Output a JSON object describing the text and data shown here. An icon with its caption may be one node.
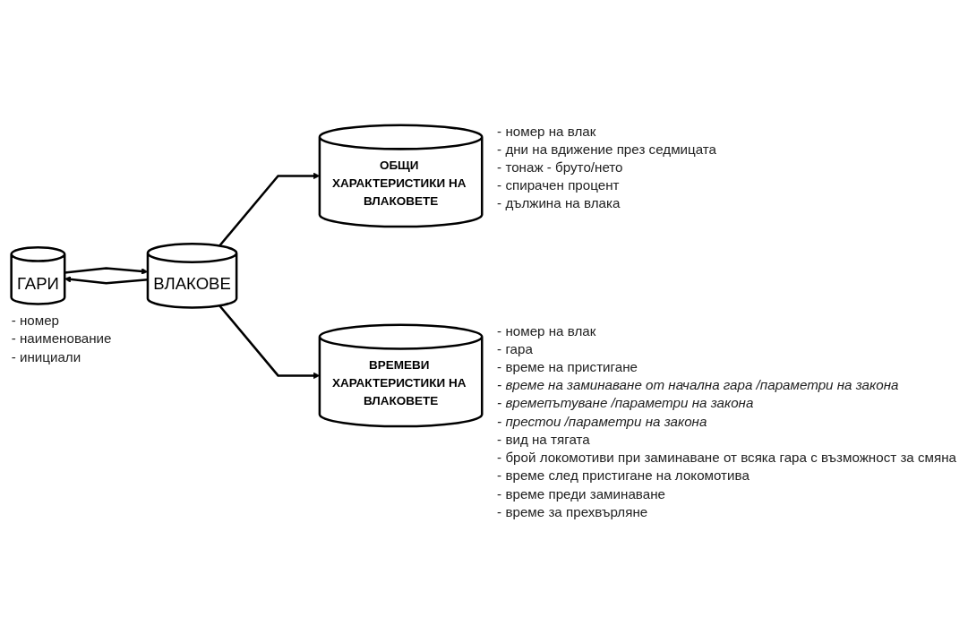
{
  "diagram": {
    "nodes": [
      {
        "text": [
          "ГАРИ"
        ],
        "beside": [
          "- номер",
          "- наименование",
          "- инициали"
        ]
      },
      {
        "text": [
          "ВЛАКОВЕ"
        ]
      },
      {
        "text": [
          "ОБЩИ ХАРАКТЕРИСТИКИ НА ВЛАКОВЕТЕ"
        ],
        "beside": [
          "- номер на влак",
          "- дни на вдижение през седмицата",
          "- тонаж - бруто/нето",
          "- спирачен процент",
          "- дължина на влака"
        ]
      },
      {
        "text": [
          "ВРЕМЕВИ ХАРАКТЕРИСТИКИ НА ВЛАКОВЕТЕ"
        ],
        "beside": [
          "- номер на влак",
          "- гара",
          "- време на пристигане",
          "- време на заминаване от начална гара /параметри на закона",
          "- времепътуване /параметри на закона",
          "- престои /параметри на закона",
          "- вид на тягата",
          "- брой локомотиви при заминаване от всяка гара с възможност за смяна",
          "- време след пристигане на локомотива",
          "- време преди заминаване",
          "- време за прехвърляне"
        ]
      }
    ],
    "edges": [
      {
        "from": 0,
        "to": 1,
        "arrow": "to"
      },
      {
        "from": 1,
        "to": 0,
        "arrow": "to"
      },
      {
        "from": 1,
        "to": 2,
        "arrow": "to"
      },
      {
        "from": 1,
        "to": 3,
        "arrow": "to"
      }
    ]
  }
}
